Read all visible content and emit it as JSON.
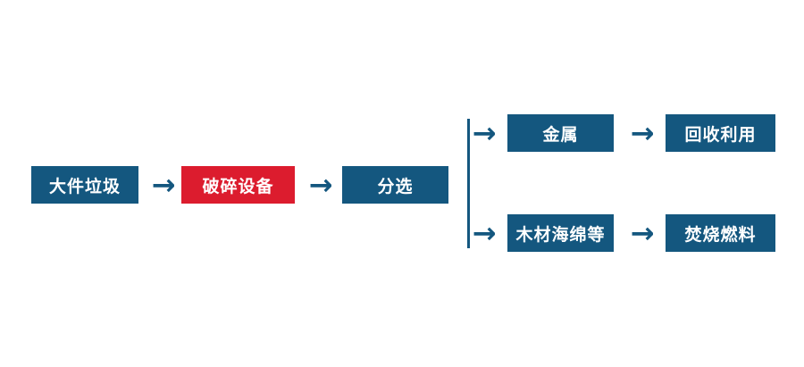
{
  "diagram": {
    "type": "flowchart",
    "background": "#FFFFFF",
    "colors": {
      "node_blue": "#14577F",
      "node_red": "#DC1C2E",
      "connector": "#14577F"
    },
    "arrow_glyph": "→",
    "nodes": {
      "bulky_waste": {
        "label": "大件垃圾",
        "variant": "blue"
      },
      "crushing_equipment": {
        "label": "破碎设备",
        "variant": "red"
      },
      "sorting": {
        "label": "分选",
        "variant": "blue"
      },
      "metal": {
        "label": "金属",
        "variant": "blue"
      },
      "recycling": {
        "label": "回收利用",
        "variant": "blue"
      },
      "wood_sponge": {
        "label": "木材海绵等",
        "variant": "blue"
      },
      "incineration_fuel": {
        "label": "焚烧燃料",
        "variant": "blue"
      }
    },
    "edges": [
      {
        "from": "bulky_waste",
        "to": "crushing_equipment"
      },
      {
        "from": "crushing_equipment",
        "to": "sorting"
      },
      {
        "from": "sorting",
        "to": "metal"
      },
      {
        "from": "sorting",
        "to": "wood_sponge"
      },
      {
        "from": "metal",
        "to": "recycling"
      },
      {
        "from": "wood_sponge",
        "to": "incineration_fuel"
      }
    ]
  }
}
